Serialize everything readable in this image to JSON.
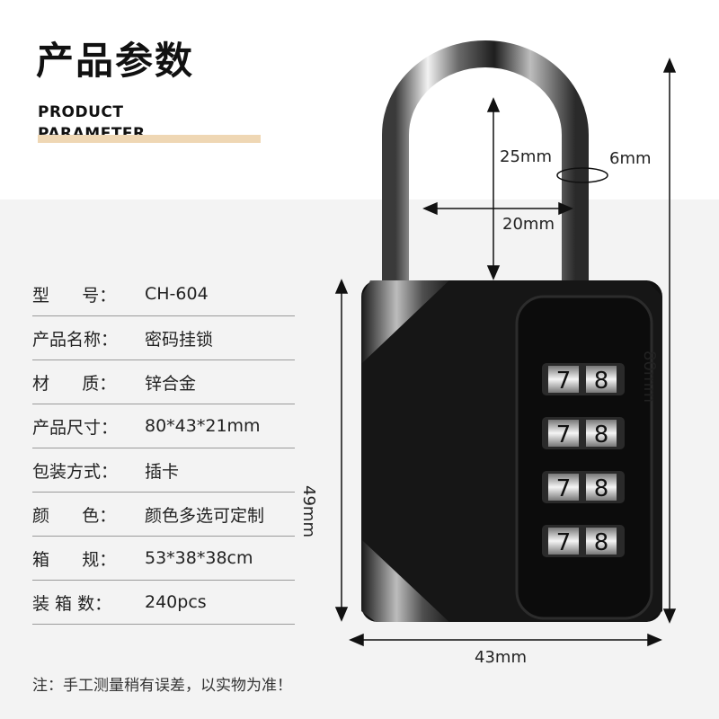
{
  "header": {
    "title": "产品参数",
    "subtitle_line1": "PRODUCT",
    "subtitle_line2": "PARAMETER"
  },
  "specs": [
    {
      "key": "型      号：",
      "value": "CH-604"
    },
    {
      "key": "产品名称：",
      "value": "密码挂锁"
    },
    {
      "key": "材      质：",
      "value": "锌合金"
    },
    {
      "key": "产品尺寸：",
      "value": "80*43*21mm"
    },
    {
      "key": "包装方式：",
      "value": "插卡"
    },
    {
      "key": "颜      色：",
      "value": "颜色多选可定制"
    },
    {
      "key": "箱      规：",
      "value": "53*38*38cm"
    },
    {
      "key": "装 箱 数：",
      "value": "240pcs"
    }
  ],
  "dimensions": {
    "shackle_height": "25mm",
    "shackle_width": "20mm",
    "shackle_thickness": "6mm",
    "total_height": "80mm",
    "body_height": "49mm",
    "body_width": "43mm"
  },
  "combination_digits": [
    [
      "7",
      "8"
    ],
    [
      "7",
      "8"
    ],
    [
      "7",
      "8"
    ],
    [
      "7",
      "8"
    ]
  ],
  "note": "注：手工测量稍有误差，以实物为准！",
  "colors": {
    "accent_bar": "#efd7b4",
    "background_gray": "#f3f3f3",
    "lock_body": "#111111"
  }
}
